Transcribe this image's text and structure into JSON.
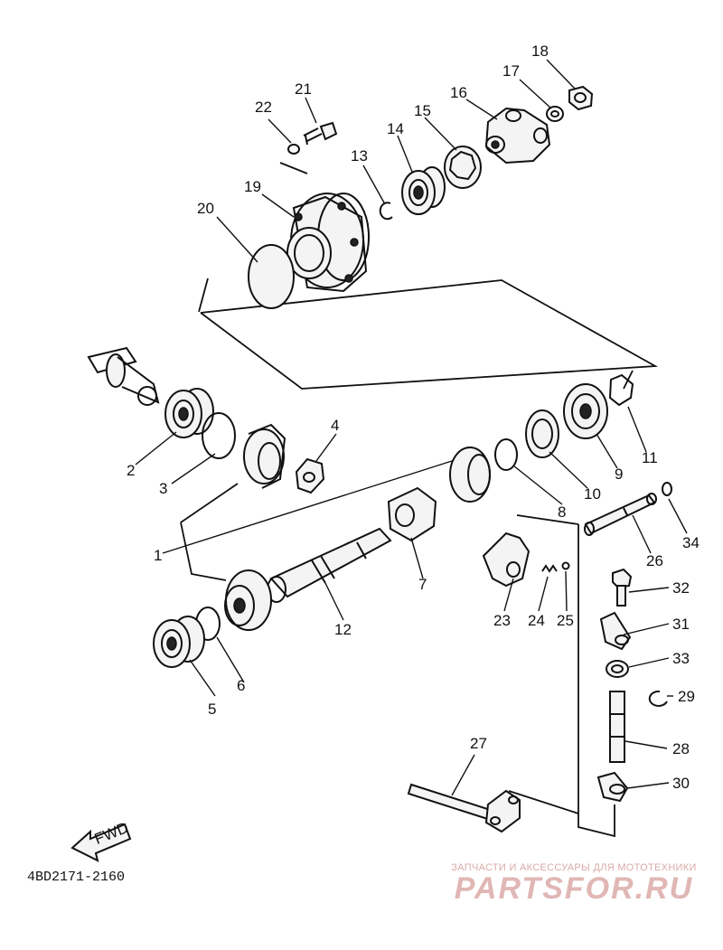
{
  "diagram": {
    "code": "4BD2171-2160",
    "fwd_label": "FWD",
    "callouts": {
      "p1": "1",
      "p2": "2",
      "p3": "3",
      "p4": "4",
      "p5": "5",
      "p6": "6",
      "p7": "7",
      "p8": "8",
      "p9": "9",
      "p10": "10",
      "p11": "11",
      "p12": "12",
      "p13": "13",
      "p14": "14",
      "p15": "15",
      "p16": "16",
      "p17": "17",
      "p18": "18",
      "p19": "19",
      "p20": "20",
      "p21": "21",
      "p22": "22",
      "p23": "23",
      "p24": "24",
      "p25": "25",
      "p26": "26",
      "p27": "27",
      "p28": "28",
      "p29": "29",
      "p30": "30",
      "p31": "31",
      "p32": "32",
      "p33": "33",
      "p34": "34"
    }
  },
  "watermark": {
    "tagline": "ЗАПЧАСТИ И АКСЕССУАРЫ ДЛЯ МОТОТЕХНИКИ",
    "logo": "PARTSFOR.RU"
  }
}
